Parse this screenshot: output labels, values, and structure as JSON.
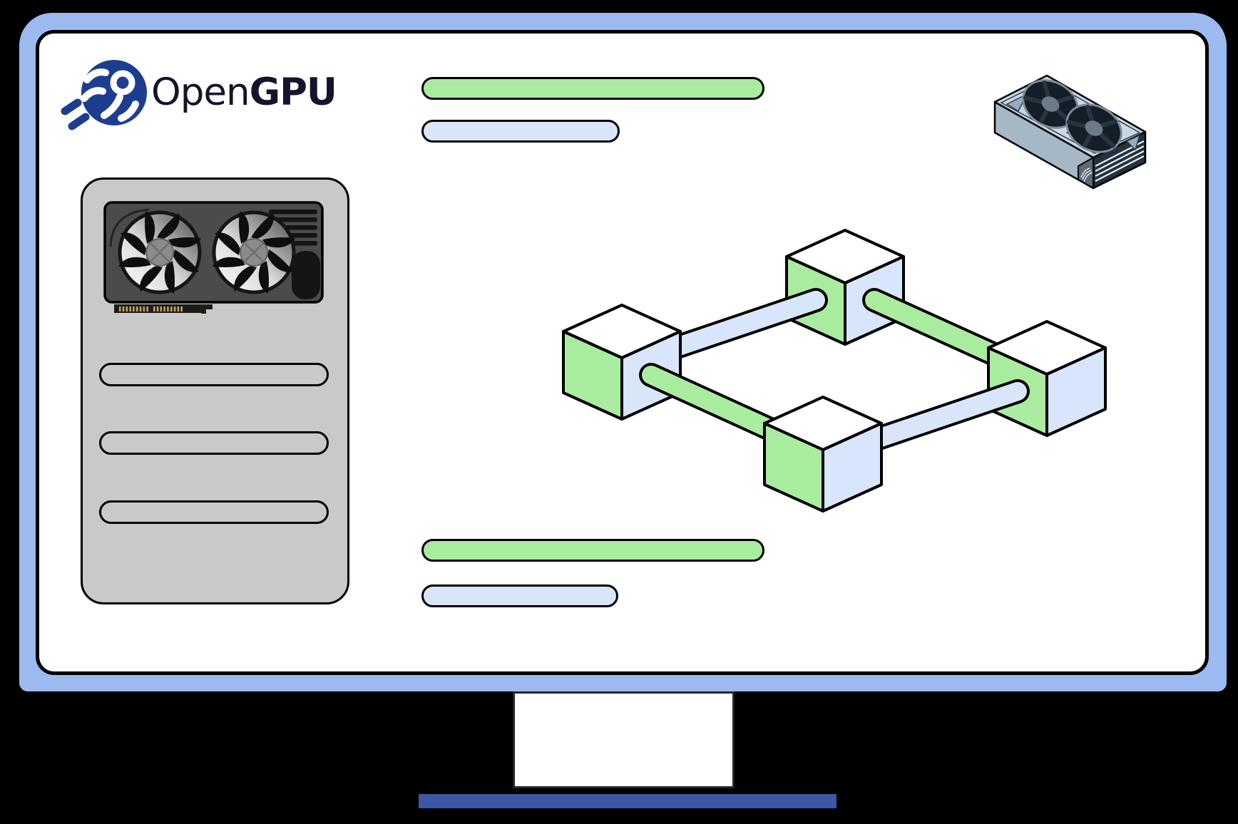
{
  "brand": {
    "name_regular": "Open",
    "name_bold": "GPU",
    "logo_icon": "octopus-logo-icon"
  },
  "colors": {
    "bg": "#000000",
    "frame": "#9dbaf0",
    "screen": "#ffffff",
    "green": "#a9ec9f",
    "blue": "#d9e5fb",
    "navy": "#1d3d91",
    "text_dark": "#14142c",
    "card_gray": "#c9c9c7",
    "gpu_body": "#4b4b49",
    "base_blue": "#3b57a5",
    "outline": "#000000",
    "pin_gold": "#c9a85c",
    "iso_top": "#c8d8e6",
    "iso_side": "#a6b8c6",
    "iso_dark": "#25303c"
  },
  "skeleton": {
    "top_bars": [
      {
        "variant": "green"
      },
      {
        "variant": "blue"
      }
    ],
    "bottom_bars": [
      {
        "variant": "green"
      },
      {
        "variant": "blue"
      }
    ]
  },
  "spec_card": {
    "illustration": "dual-fan-gpu-front-icon",
    "fan_count": 2,
    "placeholder_rows": 3
  },
  "network_diagram": {
    "nodes": [
      "top",
      "left",
      "bottom",
      "right"
    ],
    "links": [
      {
        "from": "left",
        "to": "top",
        "color": "blue"
      },
      {
        "from": "top",
        "to": "right",
        "color": "green"
      },
      {
        "from": "left",
        "to": "bottom",
        "color": "green"
      },
      {
        "from": "bottom",
        "to": "right",
        "color": "blue"
      }
    ]
  },
  "iso_gpu": {
    "illustration": "isometric-gpu-icon",
    "fan_count": 2
  },
  "monitor": {
    "parts": [
      "frame",
      "screen",
      "stand-neck",
      "stand-base"
    ]
  }
}
